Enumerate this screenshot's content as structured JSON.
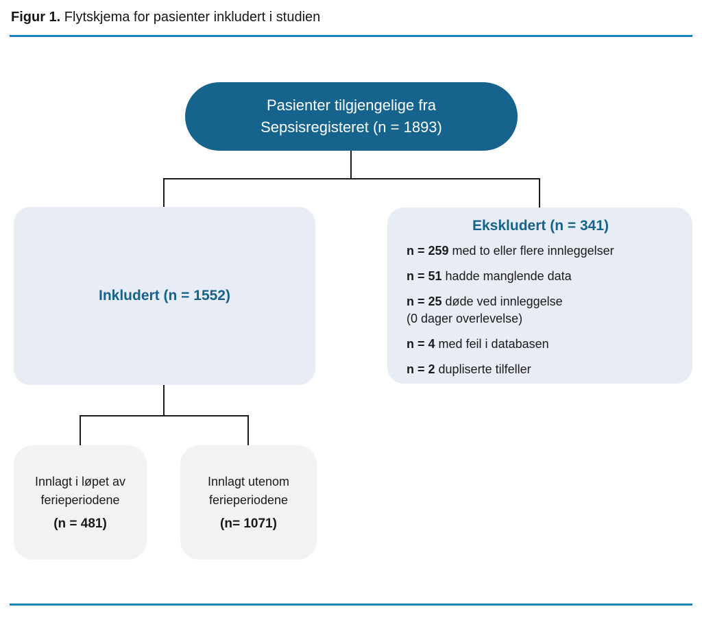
{
  "figure": {
    "title_prefix": "Figur 1.",
    "title_text": " Flytskjema for pasienter inkludert i studien"
  },
  "colors": {
    "accent_teal": "#16648E",
    "teal_text": "#15628B",
    "rule_blue": "#1D83BF",
    "node_light_blue": "#E8EDF5",
    "node_gray": "#F2F2F3",
    "connector": "#1A1A1A",
    "source_text": "#FFFFFF"
  },
  "flow": {
    "source": {
      "line1": "Pasienter tilgjengelige fra",
      "line2": "Sepsisregisteret (n = 1893)"
    },
    "included": {
      "label": "Inkludert (n = 1552)"
    },
    "excluded": {
      "heading": "Ekskludert (n = 341)",
      "items": [
        {
          "n": "n = 259",
          "text": "med to eller flere innleggelser"
        },
        {
          "n": "n = 51",
          "text": "hadde manglende data"
        },
        {
          "n": "n = 25",
          "text": "døde ved innleggelse",
          "text2": "(0 dager overlevelse)"
        },
        {
          "n": "n = 4",
          "text": "med feil i databasen"
        },
        {
          "n": "n = 2",
          "text": "dupliserte tilfeller"
        }
      ]
    },
    "holiday": {
      "line1": "Innlagt i løpet av",
      "line2": "ferieperiodene",
      "count": "(n = 481)"
    },
    "non_holiday": {
      "line1": "Innlagt utenom",
      "line2": "ferieperiodene",
      "count": "(n= 1071)"
    }
  }
}
